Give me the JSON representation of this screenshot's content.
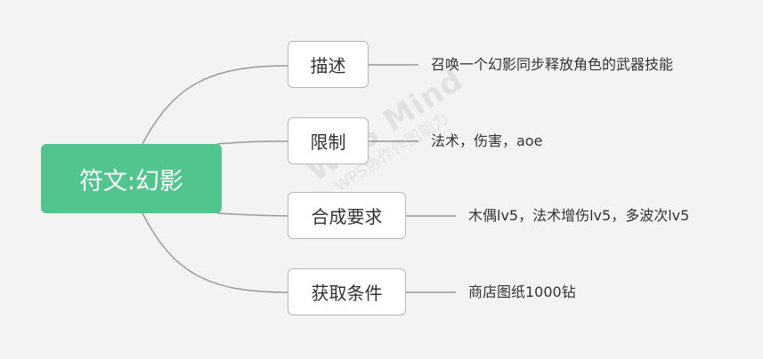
{
  "mindmap": {
    "root": {
      "label": "符文:幻影"
    },
    "branches": [
      {
        "label": "描述",
        "detail": "召唤一个幻影同步释放角色的武器技能"
      },
      {
        "label": "限制",
        "detail": "法术，伤害，aoe"
      },
      {
        "label": "合成要求",
        "detail": "木偶lv5，法术增伤lv5，多波次lv5"
      },
      {
        "label": "获取条件",
        "detail": "商店图纸1000钻"
      }
    ]
  },
  "watermark": {
    "title": "WPS Mind",
    "subtitle": "WPS协作作图能力"
  },
  "colors": {
    "root_fill": "#52c48e",
    "connector": "#9a9a9a",
    "branch_border": "#b7b7b7",
    "background": "#f3f3f3"
  }
}
